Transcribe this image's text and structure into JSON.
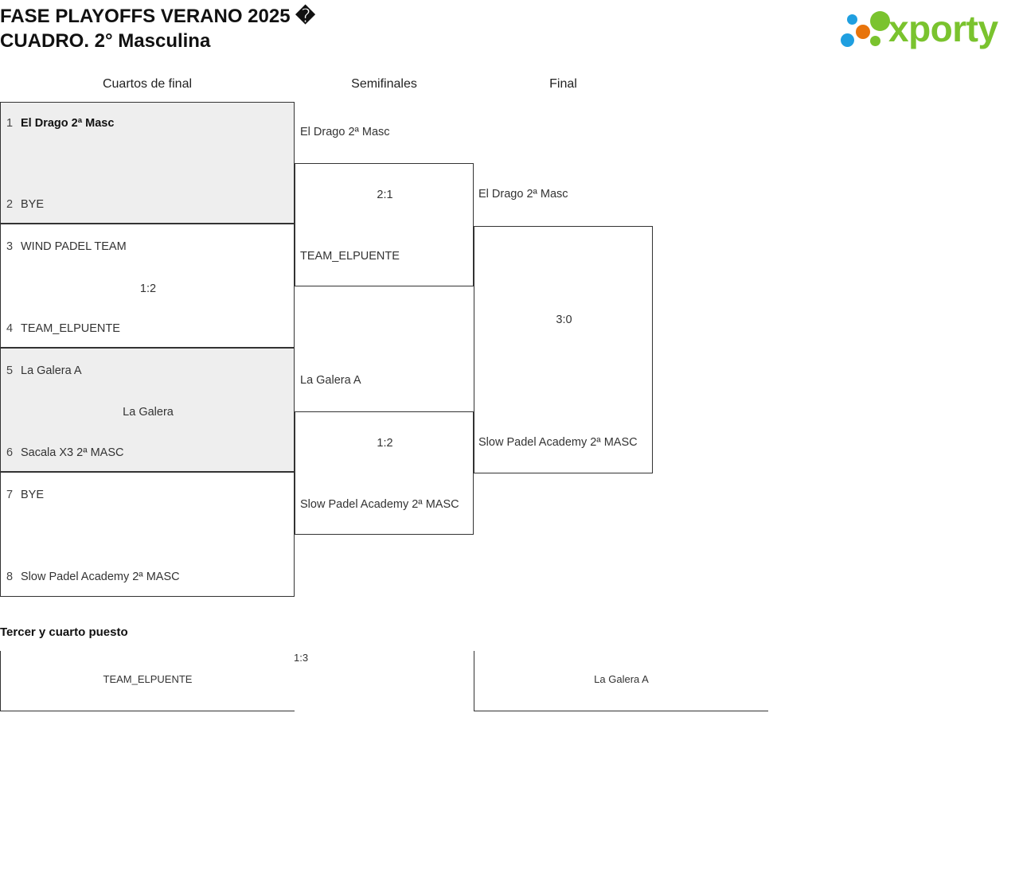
{
  "header": {
    "title": "FASE PLAYOFFS VERANO 2025 �\nCUADRO. 2° Masculina",
    "logo_text": "xporty",
    "brand_colors": {
      "green": "#7ac32e",
      "blue": "#1f9fe0",
      "orange": "#e8740c"
    }
  },
  "rounds": [
    {
      "label": "Cuartos de final"
    },
    {
      "label": "Semifinales"
    },
    {
      "label": "Final"
    }
  ],
  "quarterfinals": [
    {
      "shaded": true,
      "score": "",
      "players": [
        {
          "seed": "1",
          "name": "El Drago 2ª Masc",
          "winner": true
        },
        {
          "seed": "2",
          "name": "BYE",
          "winner": false
        }
      ]
    },
    {
      "shaded": false,
      "score": "1:2",
      "players": [
        {
          "seed": "3",
          "name": "WIND PADEL TEAM",
          "winner": false
        },
        {
          "seed": "4",
          "name": "TEAM_ELPUENTE",
          "winner": false
        }
      ]
    },
    {
      "shaded": true,
      "score": "La Galera",
      "players": [
        {
          "seed": "5",
          "name": "La Galera A",
          "winner": false
        },
        {
          "seed": "6",
          "name": "Sacala X3 2ª MASC",
          "winner": false
        }
      ]
    },
    {
      "shaded": false,
      "score": "",
      "players": [
        {
          "seed": "7",
          "name": "BYE",
          "winner": false
        },
        {
          "seed": "8",
          "name": "Slow Padel Academy 2ª MASC",
          "winner": true
        }
      ]
    }
  ],
  "semifinals": [
    {
      "score": "2:1",
      "top": "El Drago 2ª Masc",
      "bottom": "TEAM_ELPUENTE"
    },
    {
      "score": "1:2",
      "top": "La Galera A",
      "bottom": "Slow Padel Academy 2ª MASC"
    }
  ],
  "final": {
    "score": "3:0",
    "top": "El Drago 2ª Masc",
    "bottom": "Slow Padel Academy 2ª MASC"
  },
  "third_place": {
    "title": "Tercer y cuarto puesto",
    "score": "1:3",
    "left": "TEAM_ELPUENTE",
    "right": "La Galera A"
  }
}
